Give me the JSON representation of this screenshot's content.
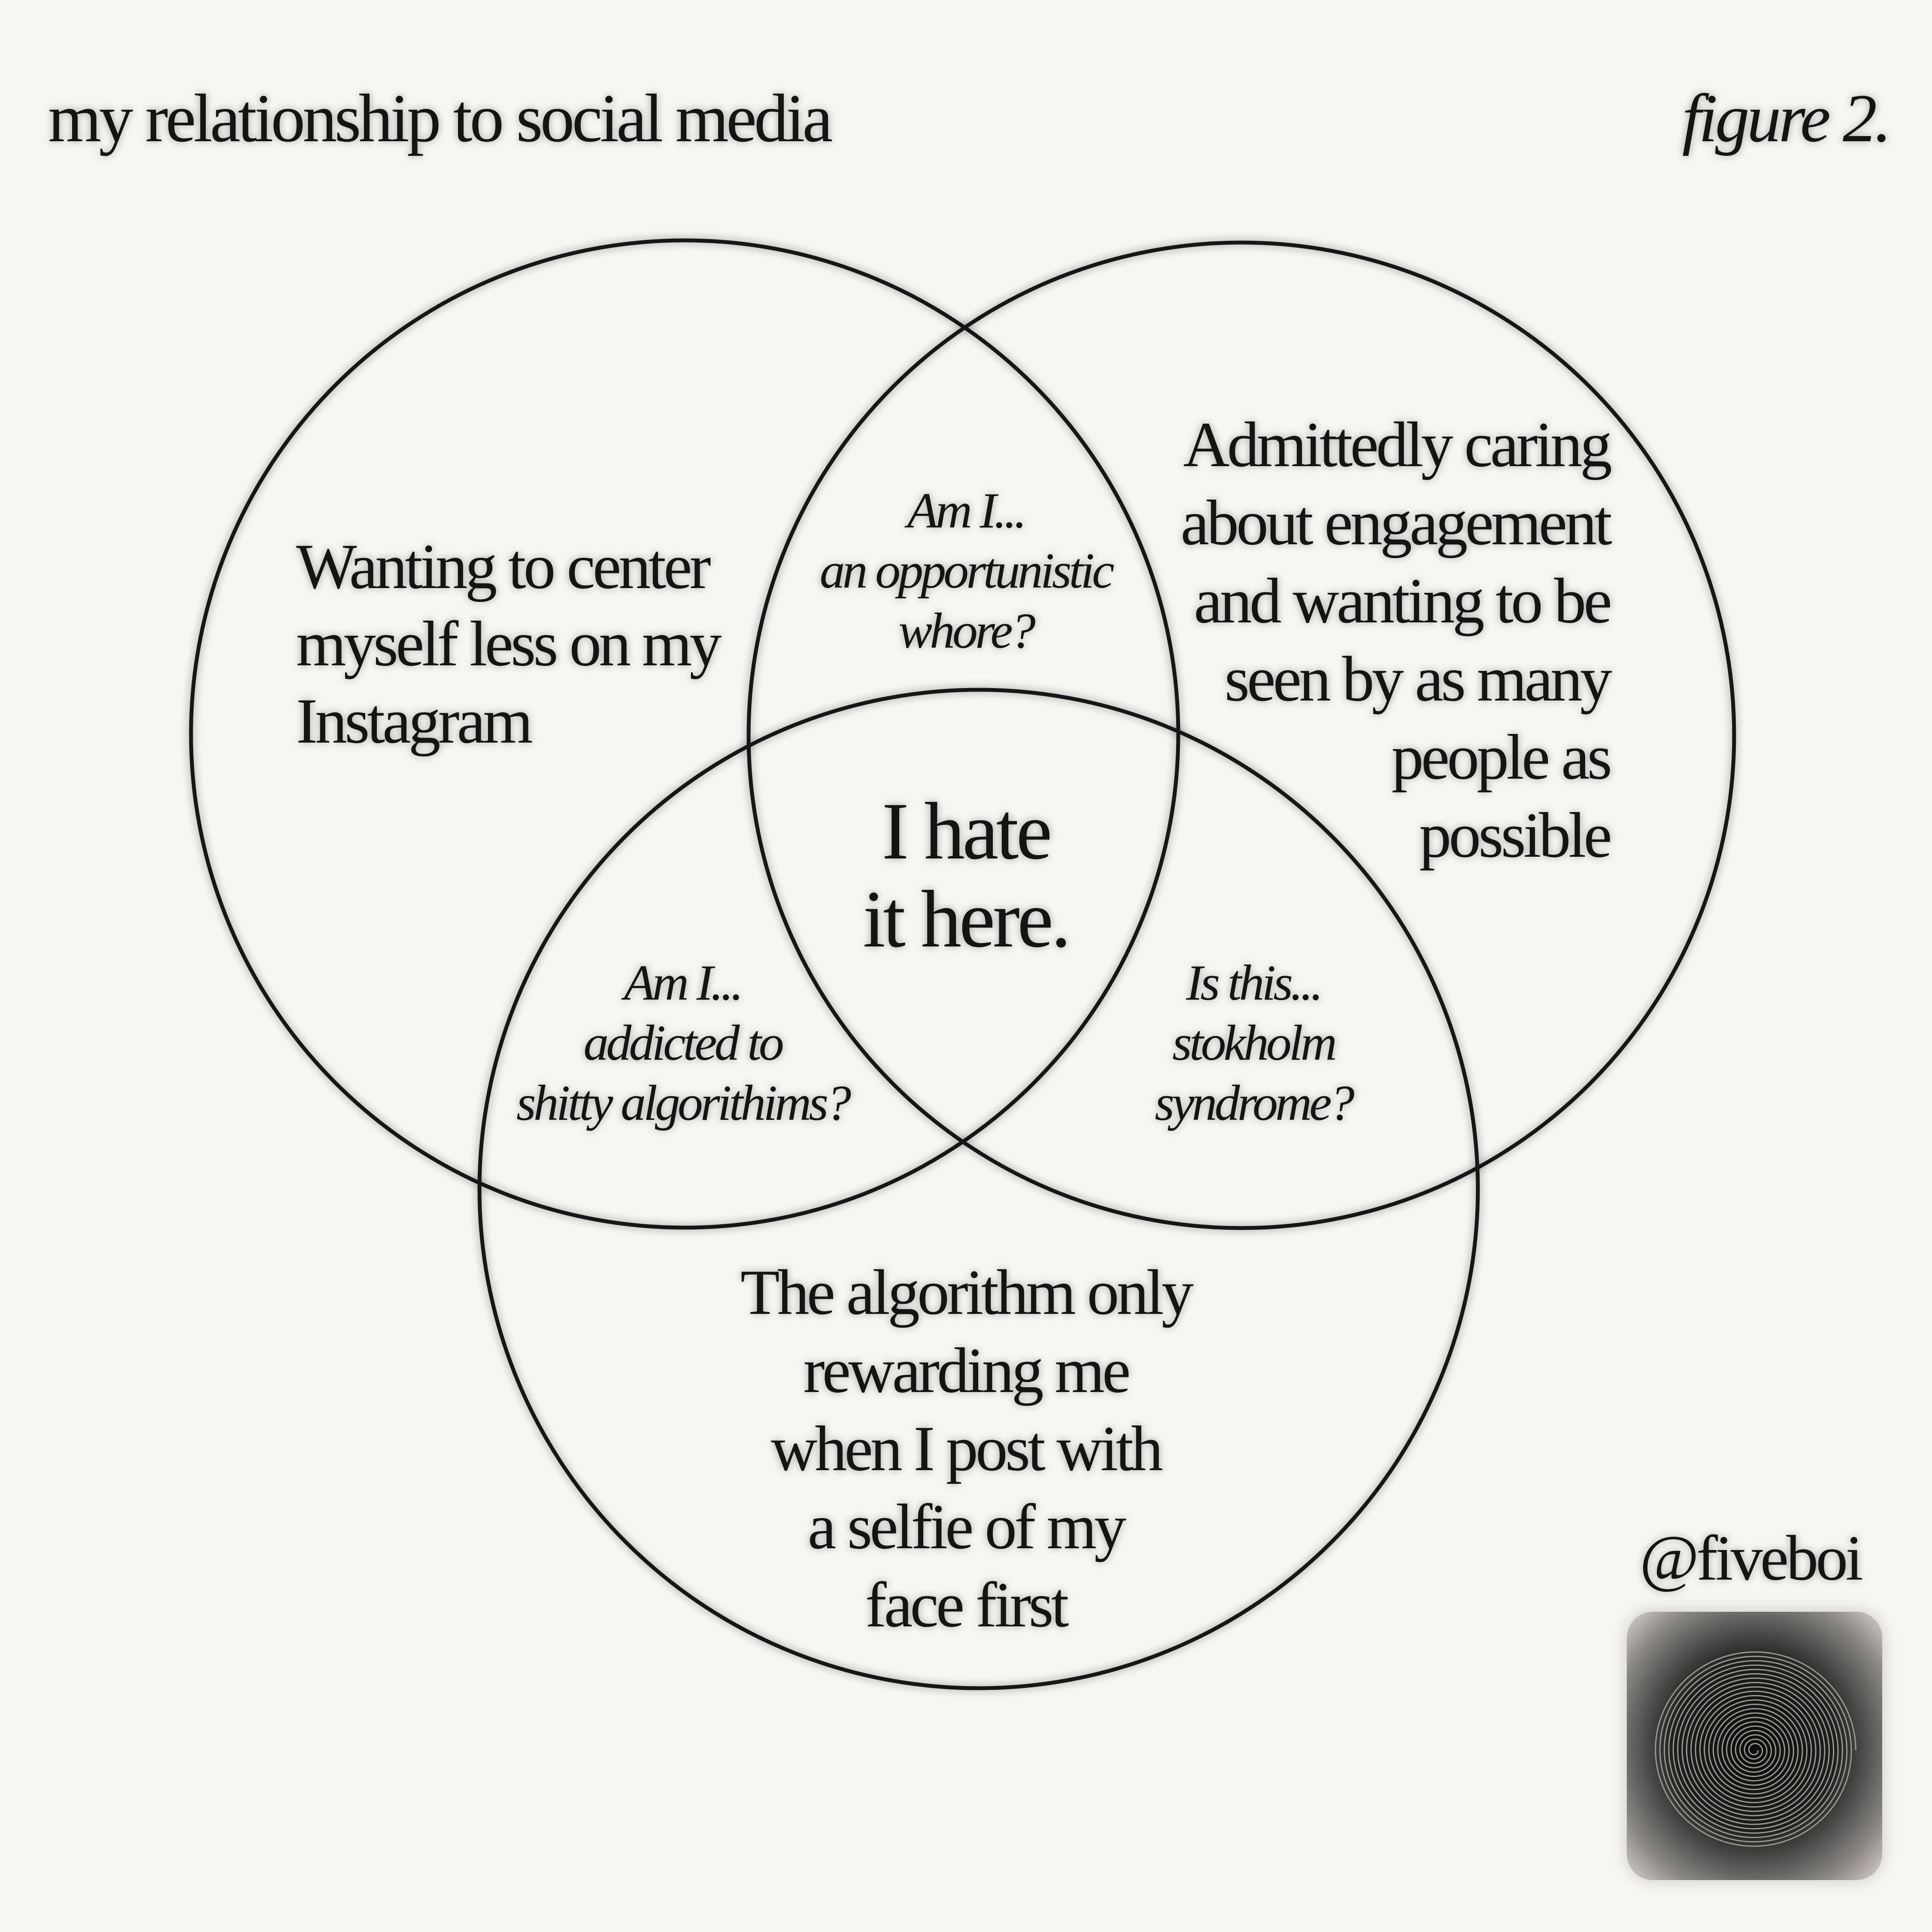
{
  "title": "my relationship to social media",
  "figure_label": "figure 2.",
  "regions": {
    "left": [
      "Wanting to center",
      "myself less on my",
      "Instagram"
    ],
    "right": [
      "Admittedly caring",
      "about engagement",
      "and wanting to be",
      "seen by as many",
      "people as",
      "possible"
    ],
    "bottom": [
      "The algorithm only",
      "rewarding me",
      "when I post with",
      "a selfie of my",
      "face first"
    ],
    "top_overlap": [
      "Am I...",
      "an opportunistic",
      "whore?"
    ],
    "left_overlap": [
      "Am I...",
      "addicted to",
      "shitty algorithims?"
    ],
    "right_overlap": [
      "Is this...",
      "stokholm",
      "syndrome?"
    ],
    "center": [
      "I hate",
      "it here."
    ]
  },
  "signature": {
    "handle": "@fiveboi",
    "logo_icon": "spiral-logo-icon"
  },
  "colors": {
    "background": "#f8f6f1",
    "ink": "#161412"
  }
}
